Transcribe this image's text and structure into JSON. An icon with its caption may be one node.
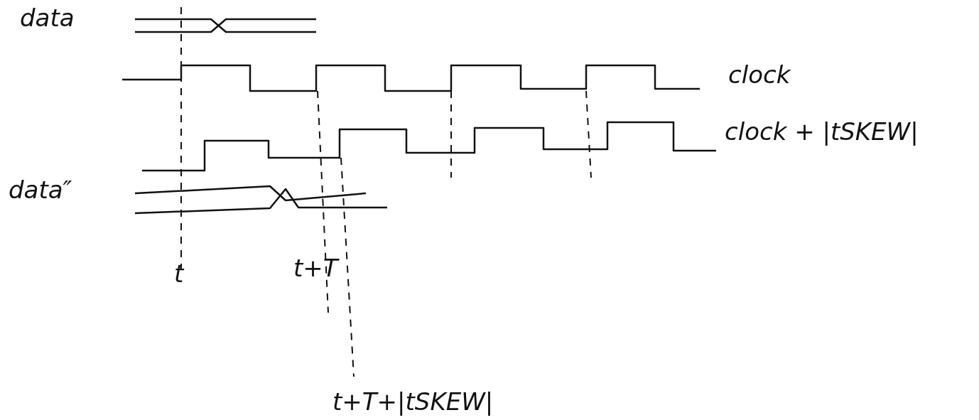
{
  "diagram": {
    "labels": [
      "data",
      "clock",
      "clock + |tSKEW|",
      "data″",
      "t",
      "t+T",
      "t+T+|tSKEW|"
    ]
  }
}
